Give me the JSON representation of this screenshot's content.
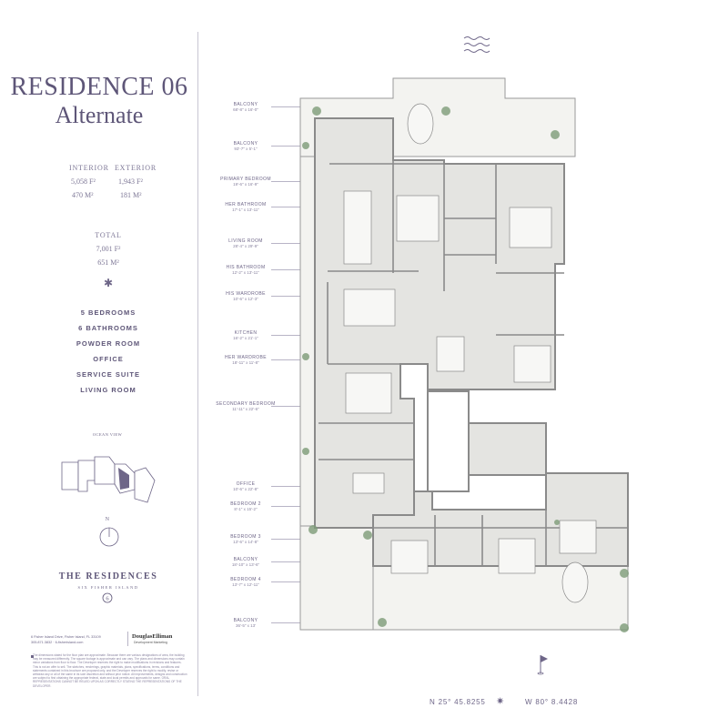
{
  "header": {
    "title": "RESIDENCE 06",
    "subtitle": "Alternate"
  },
  "stats": {
    "interior": {
      "label": "INTERIOR",
      "sqft": "5,058 F²",
      "sqm": "470 M²"
    },
    "exterior": {
      "label": "EXTERIOR",
      "sqft": "1,943 F²",
      "sqm": "181 M²"
    },
    "total": {
      "label": "TOTAL",
      "sqft": "7,001 F²",
      "sqm": "651 M²"
    }
  },
  "features": [
    "5 BEDROOMS",
    "6 BATHROOMS",
    "POWDER ROOM",
    "OFFICE",
    "SERVICE SUITE",
    "LIVING ROOM"
  ],
  "key_plan_label": "OCEAN VIEW",
  "north_label": "N",
  "brand": {
    "name": "THE RESIDENCES",
    "sub": "SIX FISHER ISLAND",
    "mark": "6"
  },
  "contact": {
    "address": "6 Fisher Island Drive, Fisher Island, FL 33109",
    "phone": "305.871.3832 · 6-fisherisland.com"
  },
  "partner": {
    "name": "DouglasElliman",
    "sub": "Development Marketing"
  },
  "disclaimer": "The dimensions stated for the floor plan are approximate. Because there are various designations of area, the building may be measured differently. The square footage is approximate and can vary. The plans and dimensions may contain minor variations from floor to floor. The Developer reserves the right to make modifications in revisions and features. This is not an offer to sell. The sketches, renderings, graphic materials, plans, specifications, terms, conditions and statements contained in this brochure are proposed only, and the Developer reserves the right to modify, revise or withdraw any or all of the same in its sole discretion and without prior notice. All improvements, designs and construction are subject to first obtaining the appropriate federal, state and local permits and approvals for same. ORAL REPRESENTATIONS CANNOT BE RELIED UPON AS CORRECTLY STATING THE REPRESENTATIONS OF THE DEVELOPER.",
  "rooms": [
    {
      "name": "BALCONY",
      "dims": "68'-8\" x 16'-0\""
    },
    {
      "name": "BALCONY",
      "dims": "93'-7\" x 5'-1\""
    },
    {
      "name": "PRIMARY BEDROOM",
      "dims": "19'-6\" x 16'-9\""
    },
    {
      "name": "HER BATHROOM",
      "dims": "17'-1\" x 13'-11\""
    },
    {
      "name": "LIVING ROOM",
      "dims": "28'-4\" x 29'-9\""
    },
    {
      "name": "HIS BATHROOM",
      "dims": "12'-2\" x 13'-11\""
    },
    {
      "name": "HIS WARDROBE",
      "dims": "10'-6\" x 12'-3\""
    },
    {
      "name": "KITCHEN",
      "dims": "16'-2\" x 21'-1\""
    },
    {
      "name": "HER WARDROBE",
      "dims": "18'-11\" x 11'-8\""
    },
    {
      "name": "SECONDARY BEDROOM",
      "dims": "11'-11\" x 22'-6\""
    },
    {
      "name": "OFFICE",
      "dims": "10'-6\" x 22'-8\""
    },
    {
      "name": "BEDROOM 2",
      "dims": "8'-1\" x 15'-2\""
    },
    {
      "name": "BEDROOM 3",
      "dims": "13'-6\" x 14'-8\""
    },
    {
      "name": "BALCONY",
      "dims": "18'-10\" x 13'-6\""
    },
    {
      "name": "BEDROOM 4",
      "dims": "13'-7\" x 12'-11\""
    },
    {
      "name": "BALCONY",
      "dims": "36'-5\" x 13'"
    }
  ],
  "coordinates": {
    "lat": "N 25° 45.8255",
    "lon": "W 80° 8.4428"
  },
  "colors": {
    "text": "#5e5678",
    "floor": "#e6e6e3",
    "wall": "#8d8d8d",
    "terrace": "#f2f2ef",
    "plant": "#6e8c6a"
  }
}
